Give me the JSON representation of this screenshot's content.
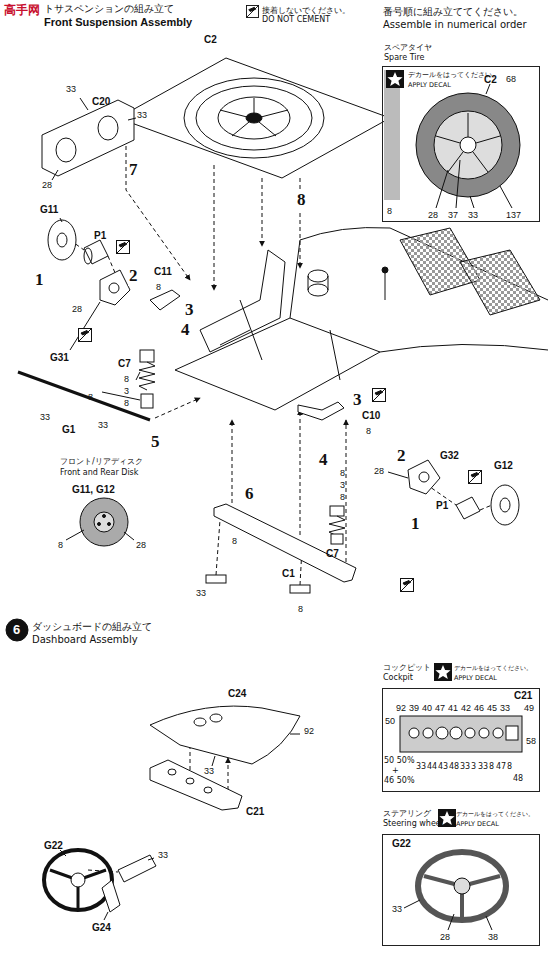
{
  "diagram": {
    "nodes": [
      {
        "text": [
          "スペアタイヤ",
          "Spare Tire",
          "デカールをはってください。",
          "APPLY DECAL"
        ]
      },
      {
        "text": [
          "コックピット",
          "Cockpit",
          "デカールをはってください。",
          "APPLY DECAL"
        ]
      },
      {
        "text": [
          "ステアリング",
          "Steering wheel",
          "デカールをはってください。",
          "APPLY DECAL"
        ]
      }
    ],
    "labels": [
      "高手网",
      "トサスペンションの組み立て",
      "Front Suspension Assembly",
      "接着しないでください。",
      "DO NOT CEMENT",
      "番号順に組み立ててください。",
      "Assemble in numerical order",
      "C2",
      "33",
      "C20",
      "33",
      "28",
      "7",
      "8",
      "G11",
      "P1",
      "1",
      "2",
      "28",
      "C11",
      "8",
      "3",
      "4",
      "G31",
      "C7",
      "8",
      "3",
      "8",
      "8",
      "33",
      "G1",
      "33",
      "5",
      "3",
      "C10",
      "8",
      "2",
      "G32",
      "28",
      "4",
      "8",
      "3",
      "8",
      "C7",
      "1",
      "P1",
      "G12",
      "6",
      "8",
      "C1",
      "33",
      "8",
      "フロント/リアディスク",
      "Front and Rear Disk",
      "G11, G12",
      "8",
      "28",
      "C2",
      "68",
      "8",
      "28",
      "37",
      "33",
      "137",
      "6",
      "ダッシュボードの組み立て",
      "Dashboard Assembly",
      "C24",
      "92",
      "33",
      "C21",
      "G22",
      "33",
      "G24",
      "C21",
      "92",
      "39",
      "40",
      "47",
      "41",
      "42",
      "46",
      "45",
      "33",
      "49",
      "50",
      "58",
      "50 50%",
      "+",
      "46 50%",
      "33",
      "44",
      "43",
      "48",
      "33",
      "3",
      "33",
      "8",
      "47",
      "8",
      "48",
      "G22",
      "33",
      "28",
      "38"
    ]
  }
}
